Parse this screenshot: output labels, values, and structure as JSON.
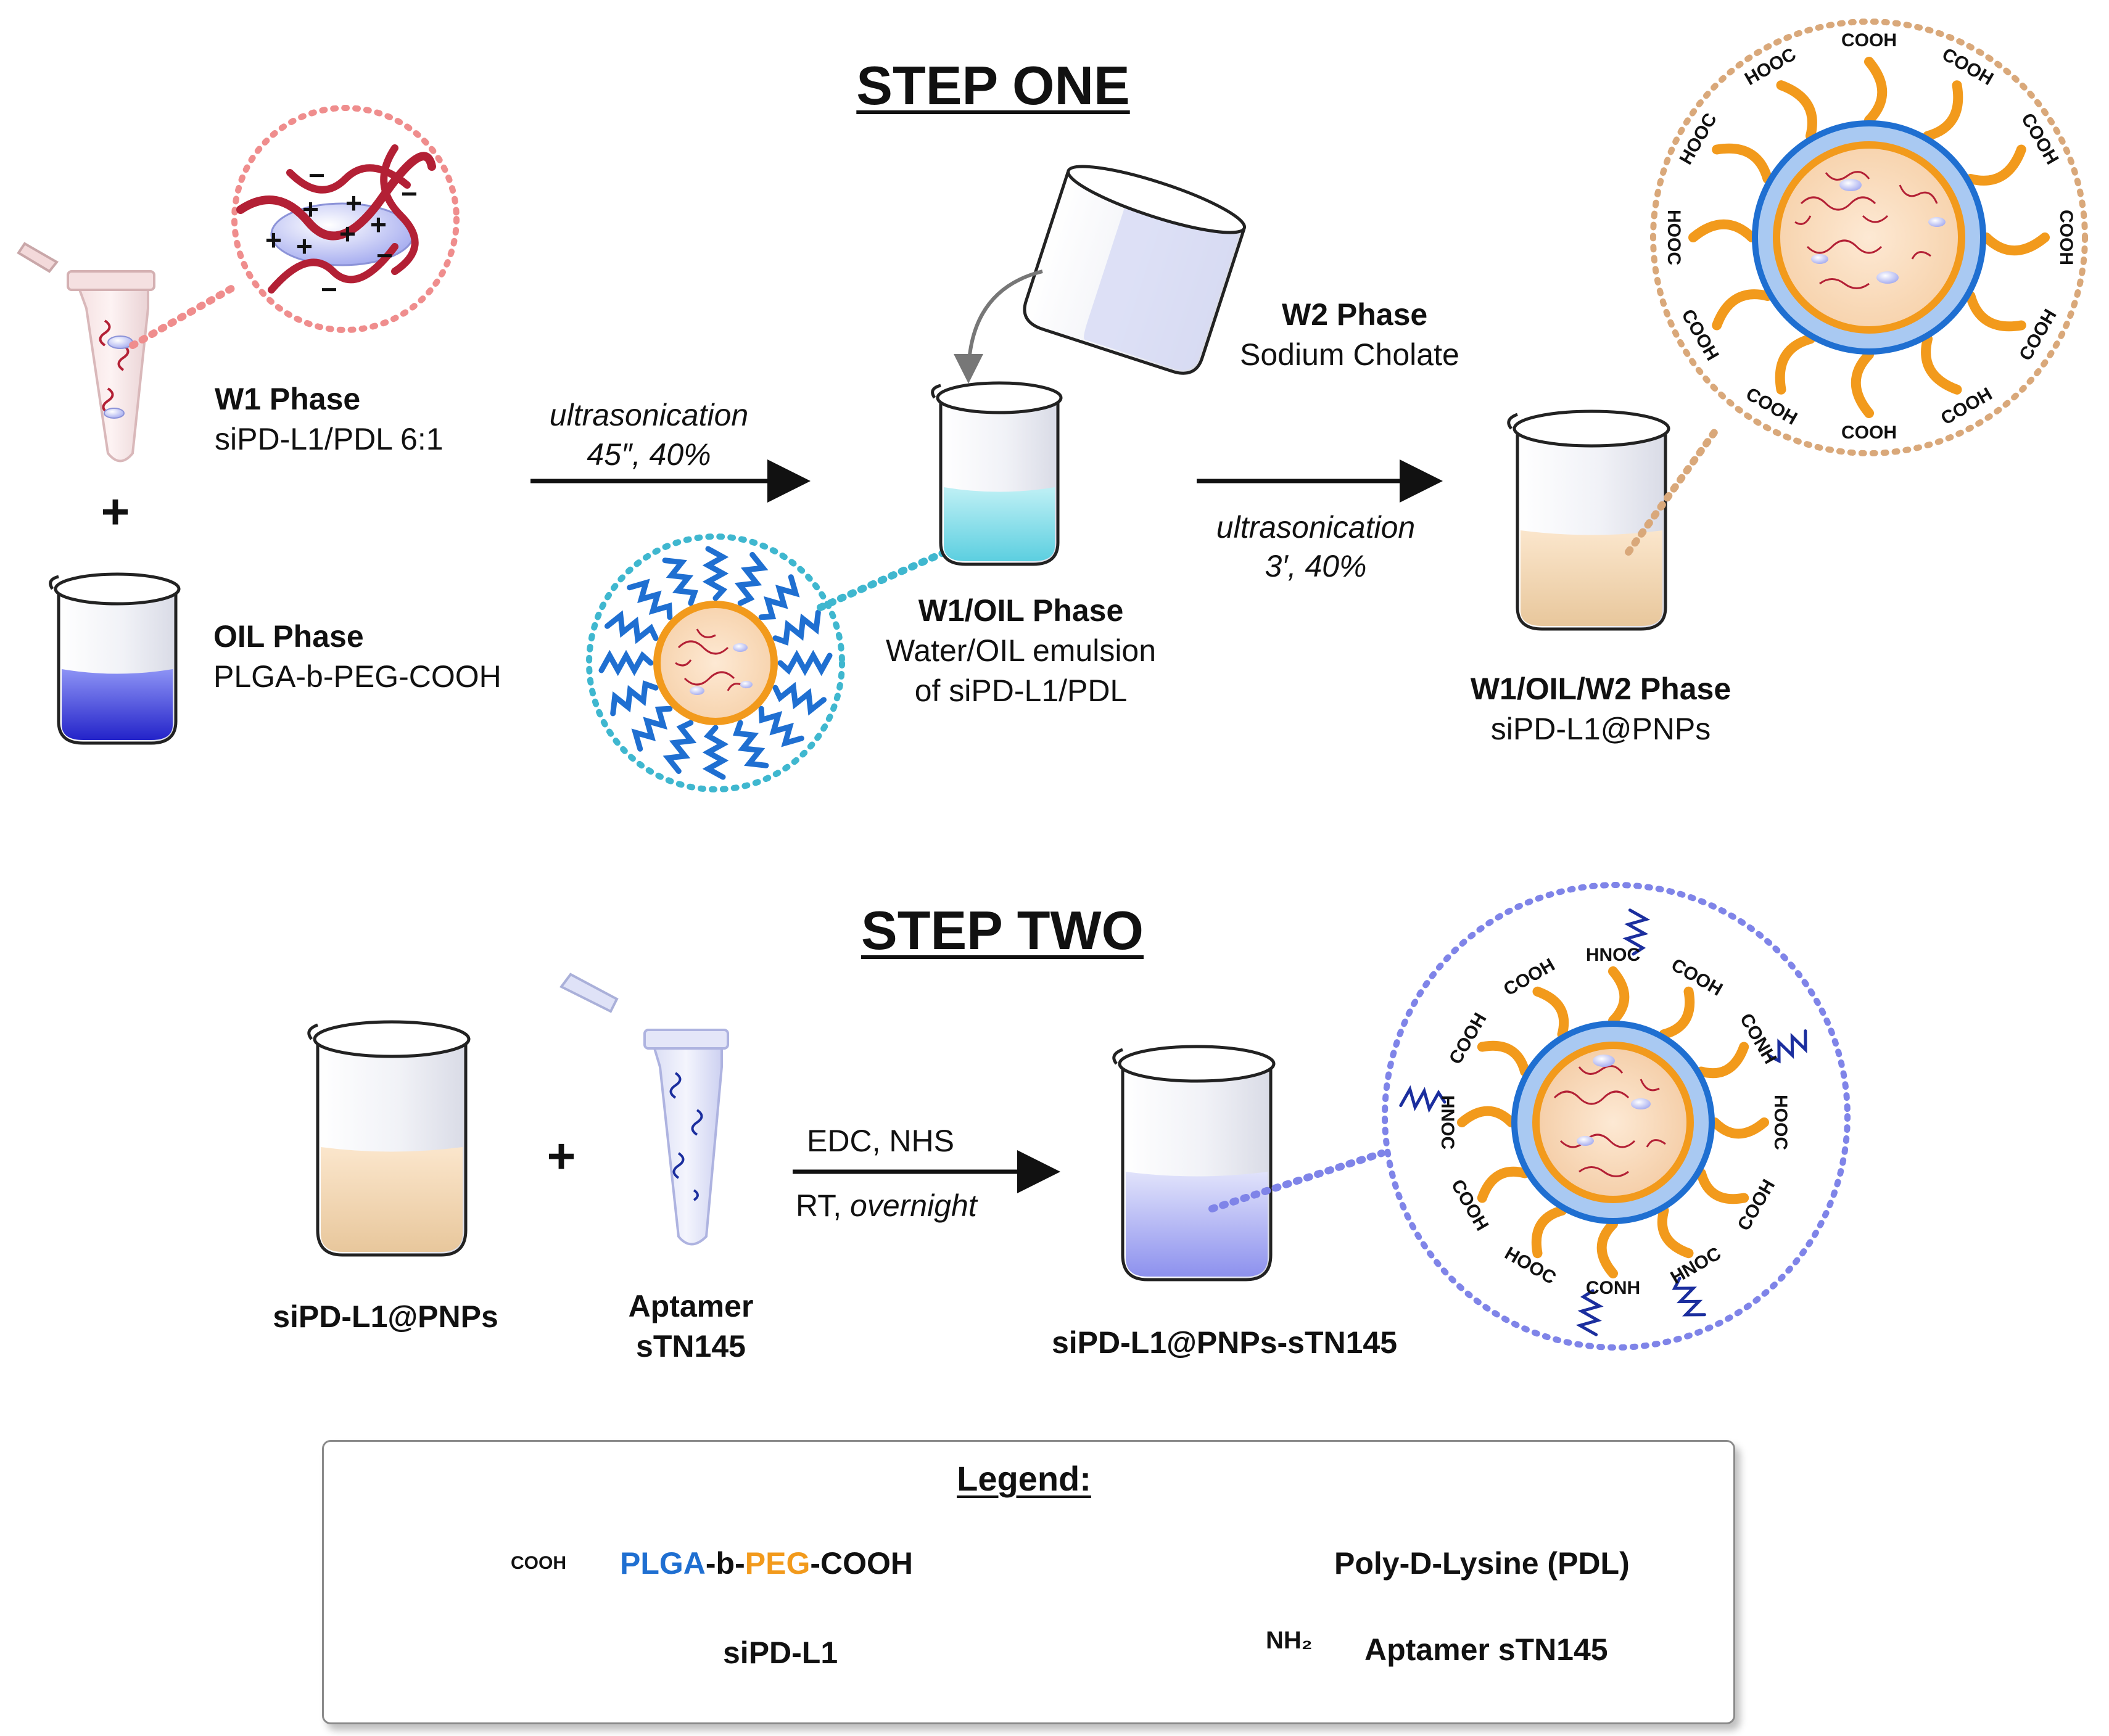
{
  "step_one": {
    "title": "STEP ONE",
    "w1": {
      "name": "W1 Phase",
      "detail": "siPD-L1/PDL 6:1"
    },
    "oil": {
      "name": "OIL Phase",
      "detail": "PLGA-b-PEG-COOH"
    },
    "plus": "+",
    "arrow1": {
      "line1": "ultrasonication",
      "line2": "45″, 40%"
    },
    "w2": {
      "name": "W2 Phase",
      "detail": "Sodium Cholate"
    },
    "w1_oil": {
      "name": "W1/OIL Phase",
      "line2": "Water/OIL emulsion",
      "line3": "of siPD-L1/PDL"
    },
    "arrow2": {
      "line1": "ultrasonication",
      "line2": "3′, 40%"
    },
    "w1_oil_w2": {
      "name": "W1/OIL/W2 Phase",
      "detail": "siPD-L1@PNPs"
    },
    "surface_groups": [
      "COOH",
      "COOH",
      "COOH",
      "COOH",
      "COOH",
      "COOH",
      "COOH",
      "COOH",
      "COOH",
      "HOOC",
      "HOOC",
      "HOOC"
    ]
  },
  "step_two": {
    "title": "STEP TWO",
    "beaker_label": "siPD-L1@PNPs",
    "plus": "+",
    "aptamer": {
      "line1": "Aptamer",
      "line2": "sTN145"
    },
    "arrow": {
      "line1": "EDC, NHS",
      "line2_a": "RT,",
      "line2_b": "overnight"
    },
    "product": "siPD-L1@PNPs-sTN145",
    "surface_groups": [
      "HNOC",
      "COOH",
      "CONH",
      "HOOC",
      "COOH",
      "HNOC",
      "CONH",
      "HOOC",
      "COOH",
      "HNOC",
      "COOH",
      "COOH"
    ]
  },
  "legend": {
    "title": "Legend:",
    "plga": {
      "part1": "PLGA",
      "part2": "-b-",
      "part3": "PEG",
      "part4": "-COOH",
      "icon_tag": "COOH"
    },
    "pdl": "Poly-D-Lysine (PDL)",
    "sipdl1": "siPD-L1",
    "aptamer": "Aptamer sTN145",
    "aptamer_icon_tag": "NH₂"
  },
  "colors": {
    "plga_blue": "#1f6fd1",
    "peg_orange": "#f29a1c",
    "sirna_red": "#b32035",
    "aptamer_navy": "#1b2e9e",
    "pdl_lavender": "#b9bff2",
    "w1_circle": "#ef8d8d",
    "oil_circle": "#3fb7cf",
    "w2_circle": "#d9a87a",
    "step2_circle": "#7f84e8"
  }
}
